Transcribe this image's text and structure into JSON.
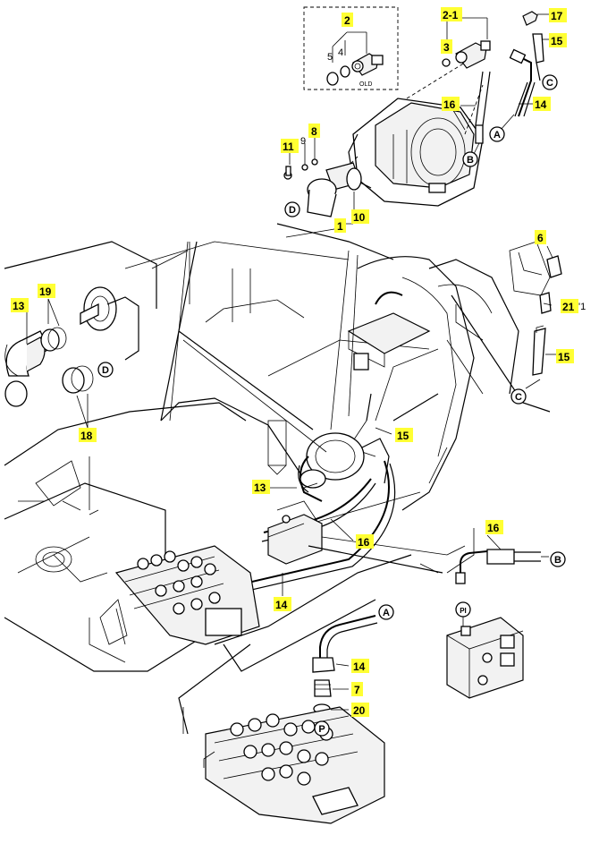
{
  "labels": {
    "p1": "1",
    "p2": "2",
    "p2_1": "2-1",
    "p3": "3",
    "p4": "4",
    "p5": "5",
    "p6": "6",
    "p7": "7",
    "p8": "8",
    "p9": "9",
    "p10": "10",
    "p11": "11",
    "p13": "13",
    "p14": "14",
    "p15": "15",
    "p16": "16",
    "p17": "17",
    "p18": "18",
    "p19": "19",
    "p20": "20",
    "p21": "21"
  },
  "refs": {
    "a": "A",
    "b": "B",
    "c": "C",
    "d": "D",
    "p": "P",
    "pi": "PI"
  },
  "texts": {
    "old": "OLD",
    "fig_ref": "'1"
  },
  "colors": {
    "label_highlight": "#ffff33",
    "line": "#000000"
  }
}
